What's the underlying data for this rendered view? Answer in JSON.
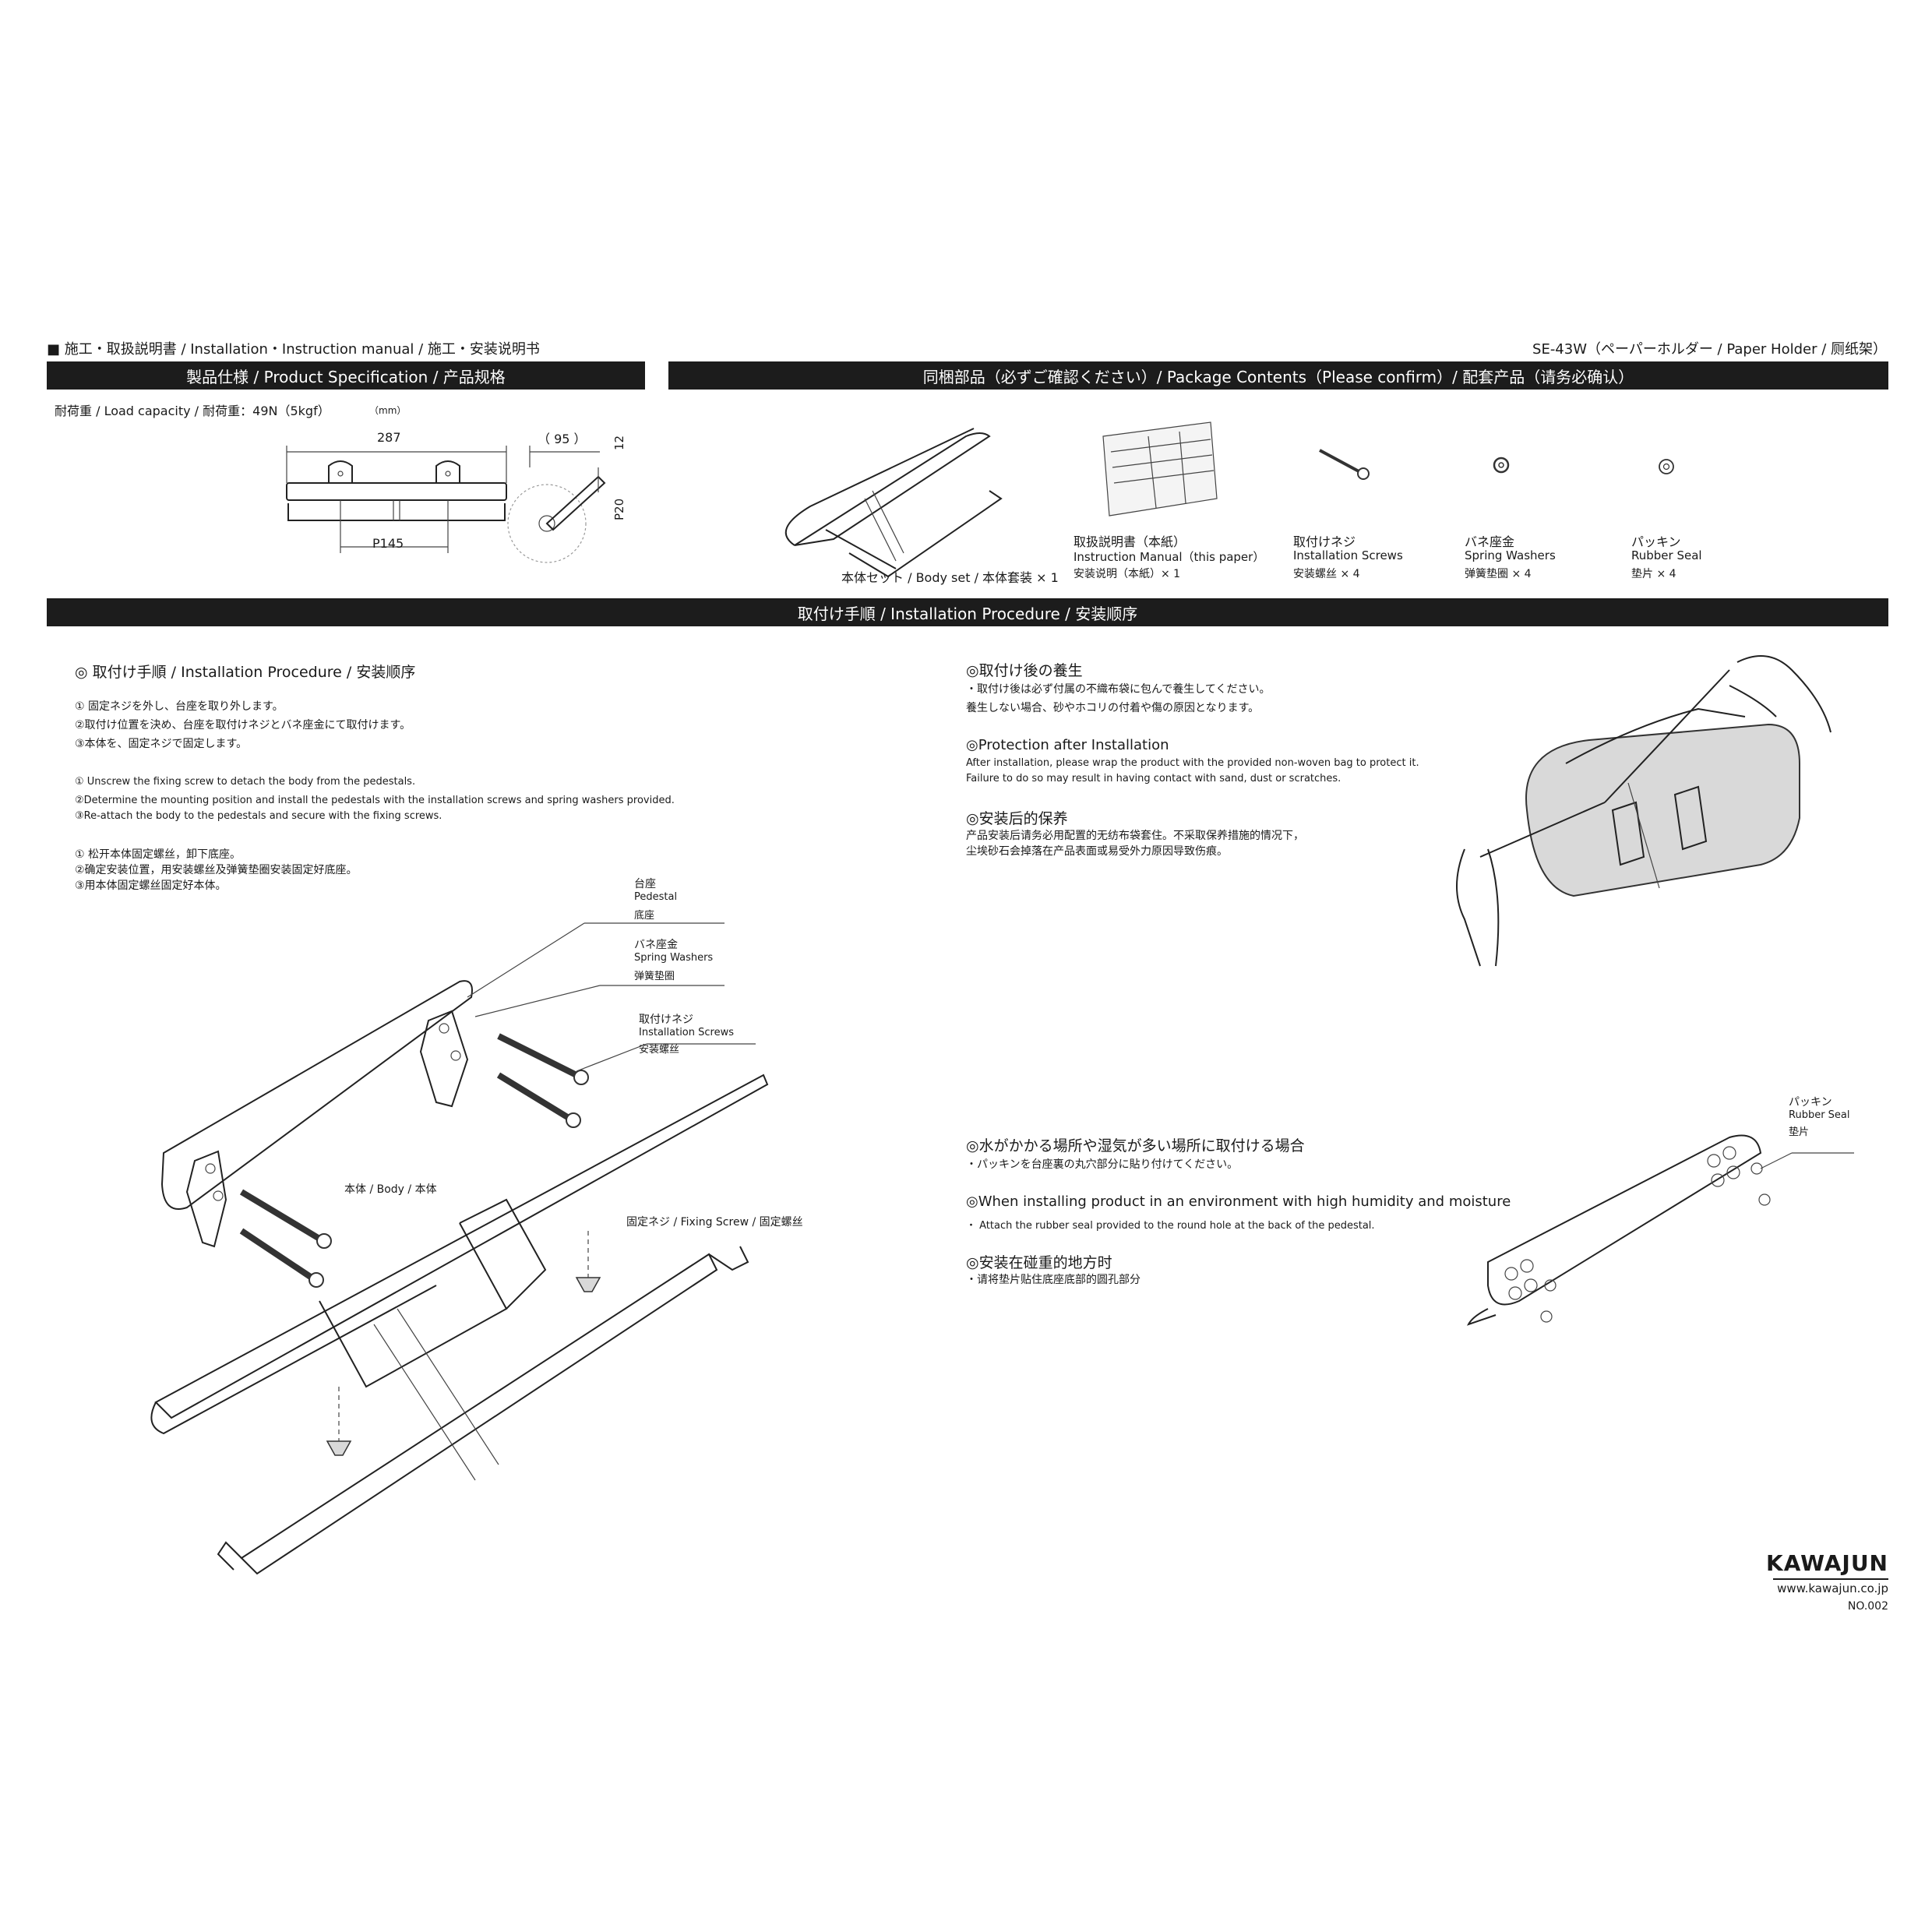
{
  "header": {
    "left": "■ 施工・取扱説明書 / Installation・Instruction manual / 施工・安装说明书",
    "right": "SE-43W（ペーパーホルダー / Paper Holder / 厕纸架）"
  },
  "spec": {
    "bar_title": "製品仕様 / Product Specification / 产品规格",
    "load": "耐荷重 / Load capacity / 耐荷重：49N（5kgf）",
    "unit": "（mm）",
    "dim_width": "287",
    "dim_pitch": "P145",
    "dim_depth": "（ 95 ）",
    "dim_p20": "P20",
    "dim_12": "12"
  },
  "package": {
    "bar_title": "同梱部品（必ずご確認ください）/ Package Contents（Please confirm）/ 配套产品（请务必确认）",
    "body_set": "本体セット / Body set / 本体套装 × 1",
    "manual_jp": "取扱説明書（本紙）",
    "manual_en": "Instruction Manual（this paper）",
    "manual_cn": "安装说明（本紙）× 1",
    "screws_jp": "取付けネジ",
    "screws_en": "Installation Screws",
    "screws_cn": "安装螺丝 × 4",
    "washers_jp": "バネ座金",
    "washers_en": "Spring Washers",
    "washers_cn": "弹簧垫圈 × 4",
    "seal_jp": "パッキン",
    "seal_en": "Rubber Seal",
    "seal_cn": "垫片 × 4"
  },
  "procedure": {
    "bar_title": "取付け手順 / Installation Procedure / 安装顺序",
    "heading": "◎ 取付け手順 / Installation Procedure / 安装顺序",
    "jp1": "① 固定ネジを外し、台座を取り外します。",
    "jp2": "②取付け位置を決め、台座を取付けネジとバネ座金にて取付けます。",
    "jp3": "③本体を、固定ネジで固定します。",
    "en1": "① Unscrew the fixing screw to detach the body from the pedestals.",
    "en2": "②Determine the mounting position and install the pedestals with the installation screws and spring washers provided.",
    "en3": "③Re-attach the body to the pedestals and secure with the fixing screws.",
    "cn1": "① 松开本体固定螺丝，卸下底座。",
    "cn2": "②确定安装位置，用安装螺丝及弹簧垫圈安装固定好底座。",
    "cn3": "③用本体固定螺丝固定好本体。"
  },
  "callouts": {
    "pedestal_jp": "台座",
    "pedestal_en": "Pedestal",
    "pedestal_cn": "底座",
    "washers_jp": "バネ座金",
    "washers_en": "Spring Washers",
    "washers_cn": "弹簧垫圈",
    "screws_jp": "取付けネジ",
    "screws_en": "Installation Screws",
    "screws_cn": "安装螺丝",
    "body": "本体 / Body / 本体",
    "fixing": "固定ネジ / Fixing Screw / 固定螺丝"
  },
  "protection": {
    "jp_title": "◎取付け後の養生",
    "jp_line1": "・取付け後は必ず付属の不織布袋に包んで養生してください。",
    "jp_line2": "養生しない場合、砂やホコリの付着や傷の原因となります。",
    "en_title": "◎Protection after Installation",
    "en_line1": "After installation, please wrap the product with the provided non-woven bag to protect it.",
    "en_line2": "Failure to do so may result in having contact with sand, dust or scratches.",
    "cn_title": "◎安装后的保养",
    "cn_line1": "产品安装后请务必用配置的无纺布袋套住。不采取保养措施的情况下，",
    "cn_line2": "尘埃砂石会掉落在产品表面或易受外力原因导致伤痕。"
  },
  "humidity": {
    "jp_title": "◎水がかかる場所や湿気が多い場所に取付ける場合",
    "jp_line": "・パッキンを台座裏の丸穴部分に貼り付けてください。",
    "en_title": "◎When installing product in an environment with high humidity and moisture",
    "en_line": "・ Attach the rubber seal provided to the round hole at the back of the pedestal.",
    "cn_title": "◎安装在碰重的地方时",
    "cn_line": "・请将垫片贴住底座底部的圆孔部分",
    "seal_jp": "パッキン",
    "seal_en": "Rubber Seal",
    "seal_cn": "垫片"
  },
  "footer": {
    "brand": "KAWAJUN",
    "url": "www.kawajun.co.jp",
    "number": "NO.002"
  }
}
